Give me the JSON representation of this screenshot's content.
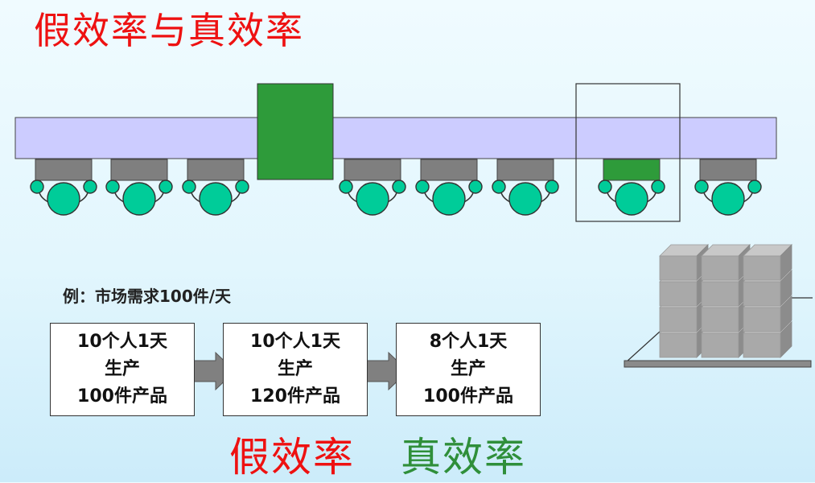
{
  "title": "假效率与真效率",
  "example_text": "例：市场需求100件/天",
  "scenarios": [
    {
      "line1": "10个人1天",
      "line2": "生产",
      "line3": "100件产品"
    },
    {
      "line1": "10个人1天",
      "line2": "生产",
      "line3": "120件产品"
    },
    {
      "line1": "8个人1天",
      "line2": "生产",
      "line3": "100件产品"
    }
  ],
  "labels": {
    "false_efficiency": "假效率",
    "true_efficiency": "真效率"
  },
  "colors": {
    "title": "#ee1111",
    "false_label": "#ee1111",
    "true_label": "#2f8f3a",
    "conveyor": "#ccccff",
    "workstation": "#7f7f7f",
    "inventory_block": "#2e9b3a",
    "worker": "#00cc99",
    "arrow": "#808080"
  },
  "icons": {
    "worker": "worker-icon",
    "inventory": "stacked-boxes-icon",
    "flow_arrow": "right-arrow-icon"
  }
}
